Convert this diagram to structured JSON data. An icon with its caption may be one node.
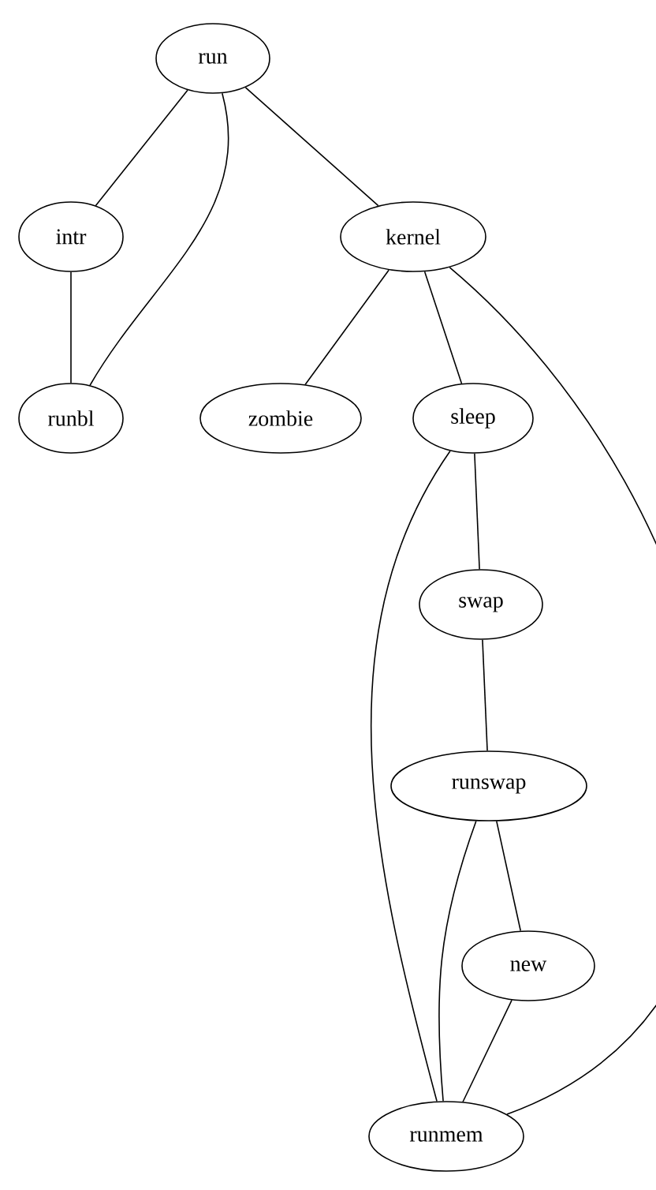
{
  "diagram": {
    "nodes": [
      {
        "text": [
          "run"
        ]
      },
      {
        "text": [
          "intr"
        ]
      },
      {
        "text": [
          "runbl"
        ]
      },
      {
        "text": [
          "kernel"
        ]
      },
      {
        "text": [
          "zombie"
        ]
      },
      {
        "text": [
          "sleep"
        ]
      },
      {
        "text": [
          "swap"
        ]
      },
      {
        "text": [
          "runswap"
        ]
      },
      {
        "text": [
          "new"
        ]
      },
      {
        "text": [
          "runmem"
        ]
      }
    ],
    "edges": [
      {
        "from": 0,
        "to": 1,
        "arrow": "none"
      },
      {
        "from": 0,
        "to": 2,
        "arrow": "none"
      },
      {
        "from": 1,
        "to": 2,
        "arrow": "none"
      },
      {
        "from": 0,
        "to": 3,
        "arrow": "none"
      },
      {
        "from": 3,
        "to": 4,
        "arrow": "none"
      },
      {
        "from": 3,
        "to": 5,
        "arrow": "none"
      },
      {
        "from": 3,
        "to": 9,
        "arrow": "none"
      },
      {
        "from": 5,
        "to": 6,
        "arrow": "none"
      },
      {
        "from": 5,
        "to": 9,
        "arrow": "none"
      },
      {
        "from": 6,
        "to": 7,
        "arrow": "none"
      },
      {
        "from": 7,
        "to": 8,
        "arrow": "none"
      },
      {
        "from": 7,
        "to": 9,
        "arrow": "none"
      },
      {
        "from": 8,
        "to": 9,
        "arrow": "none"
      }
    ]
  }
}
